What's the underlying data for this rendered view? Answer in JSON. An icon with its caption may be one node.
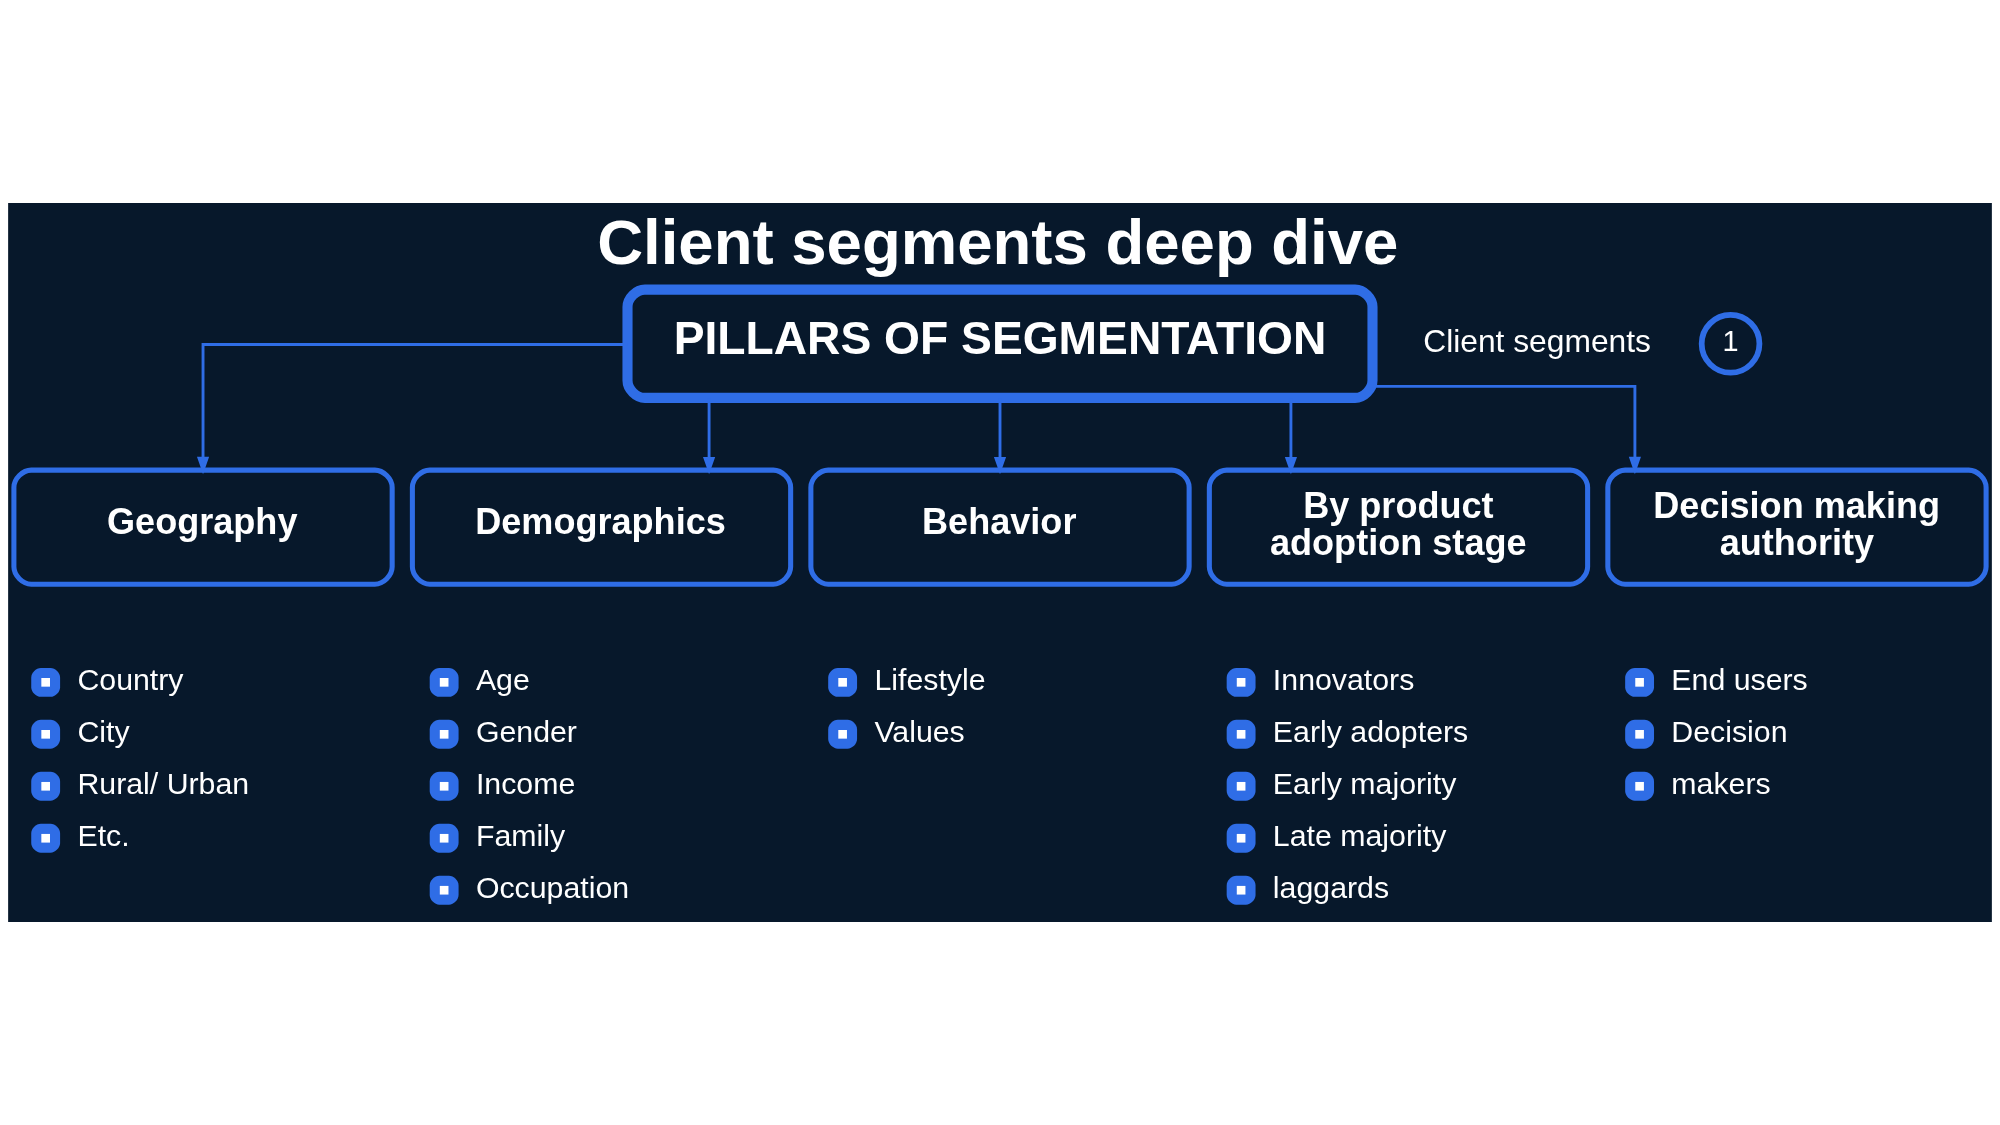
{
  "diagram": {
    "title": "Client segments deep dive",
    "nodes": [
      {
        "text": [
          "1"
        ]
      },
      {
        "text": [
          "PILLARS OF SEGMENTATION"
        ]
      },
      {
        "text": [
          "Geography"
        ],
        "beside": [
          "Country",
          "City",
          "Rural/ Urban",
          "Etc."
        ]
      },
      {
        "text": [
          "Demographics"
        ],
        "beside": [
          "Age",
          "Gender",
          "Income",
          "Family",
          "Occupation"
        ]
      },
      {
        "text": [
          "Behavior"
        ],
        "beside": [
          "Lifestyle",
          "Values"
        ]
      },
      {
        "text": [
          "By product adoption stage"
        ],
        "beside": [
          "Innovators",
          "Early adopters",
          "Early majority",
          "Late majority",
          "laggards"
        ]
      },
      {
        "text": [
          "Decision making authority"
        ],
        "beside": [
          "End users",
          "Decision",
          "makers"
        ]
      }
    ],
    "edges": [
      {
        "from": 1,
        "to": 2,
        "arrow": "to"
      },
      {
        "from": 1,
        "to": 3,
        "arrow": "to"
      },
      {
        "from": 1,
        "to": 4,
        "arrow": "to"
      },
      {
        "from": 1,
        "to": 5,
        "arrow": "to"
      },
      {
        "from": 1,
        "to": 6,
        "arrow": "to"
      }
    ],
    "labels": [
      "Client segments"
    ]
  }
}
